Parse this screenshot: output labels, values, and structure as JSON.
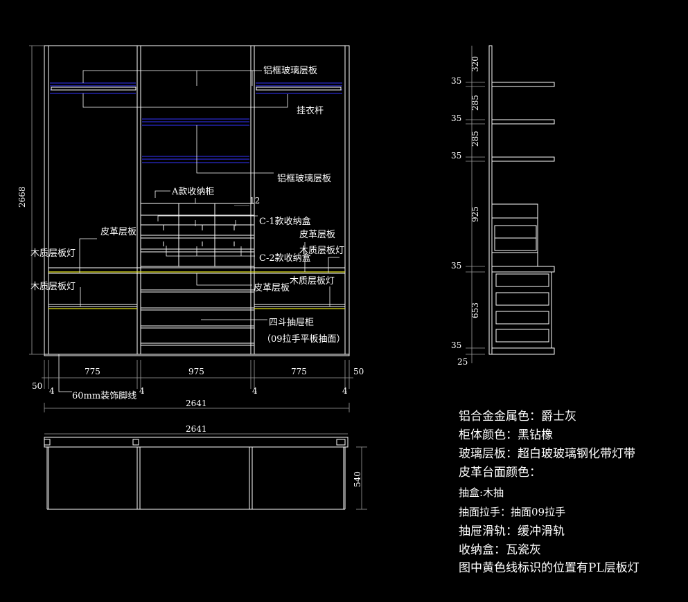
{
  "elevation": {
    "labels": {
      "glass_shelf_top": "铝框玻璃层板",
      "hanging_rod": "挂衣杆",
      "glass_shelf_mid": "铝框玻璃层板",
      "storage_cabinet_a": "A款收纳柜",
      "leather_shelf_left": "皮革层板",
      "c1_box": "C-1款收纳盒",
      "leather_shelf_right_top": "皮革层板",
      "wood_light_left_1": "木质层板灯",
      "c2_box": "C-2款收纳盒",
      "wood_light_right_1": "木质层板灯",
      "wood_light_left_2": "木质层板灯",
      "leather_shelf_mid": "皮革层板",
      "wood_light_right_2": "木质层板灯",
      "drawer_cabinet": "四斗抽屉柜",
      "drawer_note": "（09拉手平板抽面）",
      "baseboard": "60mm装饰脚线"
    },
    "dims": {
      "height_total": "2668",
      "width_left": "775",
      "width_mid": "975",
      "width_right": "775",
      "offset_left": "50",
      "offset_right": "50",
      "gap_1": "4",
      "gap_2": "4",
      "gap_3": "4",
      "gap_4": "4",
      "width_total": "2641",
      "box_gap": "12"
    }
  },
  "plan": {
    "width": "2641",
    "depth": "540"
  },
  "section": {
    "dims": {
      "d320": "320",
      "d35_1": "35",
      "d285_1": "285",
      "d35_2": "35",
      "d285_2": "285",
      "d35_3": "35",
      "d925": "925",
      "d35_4": "35",
      "d653": "653",
      "d35_5": "35",
      "d25": "25"
    }
  },
  "specs": [
    "铝合金金属色：爵士灰",
    "柜体颜色：黑钻橡",
    "玻璃层板：超白玻玻璃钢化带灯带",
    "皮革台面颜色：",
    "抽盒:木抽",
    "抽面拉手：抽面09拉手",
    "抽屉滑轨：缓冲滑轨",
    "收纳盒：瓦瓷灰",
    "图中黄色线标识的位置有PL层板灯"
  ],
  "colors": {
    "background": "#000000",
    "line": "#ffffff",
    "glass_shelf": "#3333ff",
    "light_strip": "#e6e619",
    "dim_line": "#a0a0a0"
  }
}
